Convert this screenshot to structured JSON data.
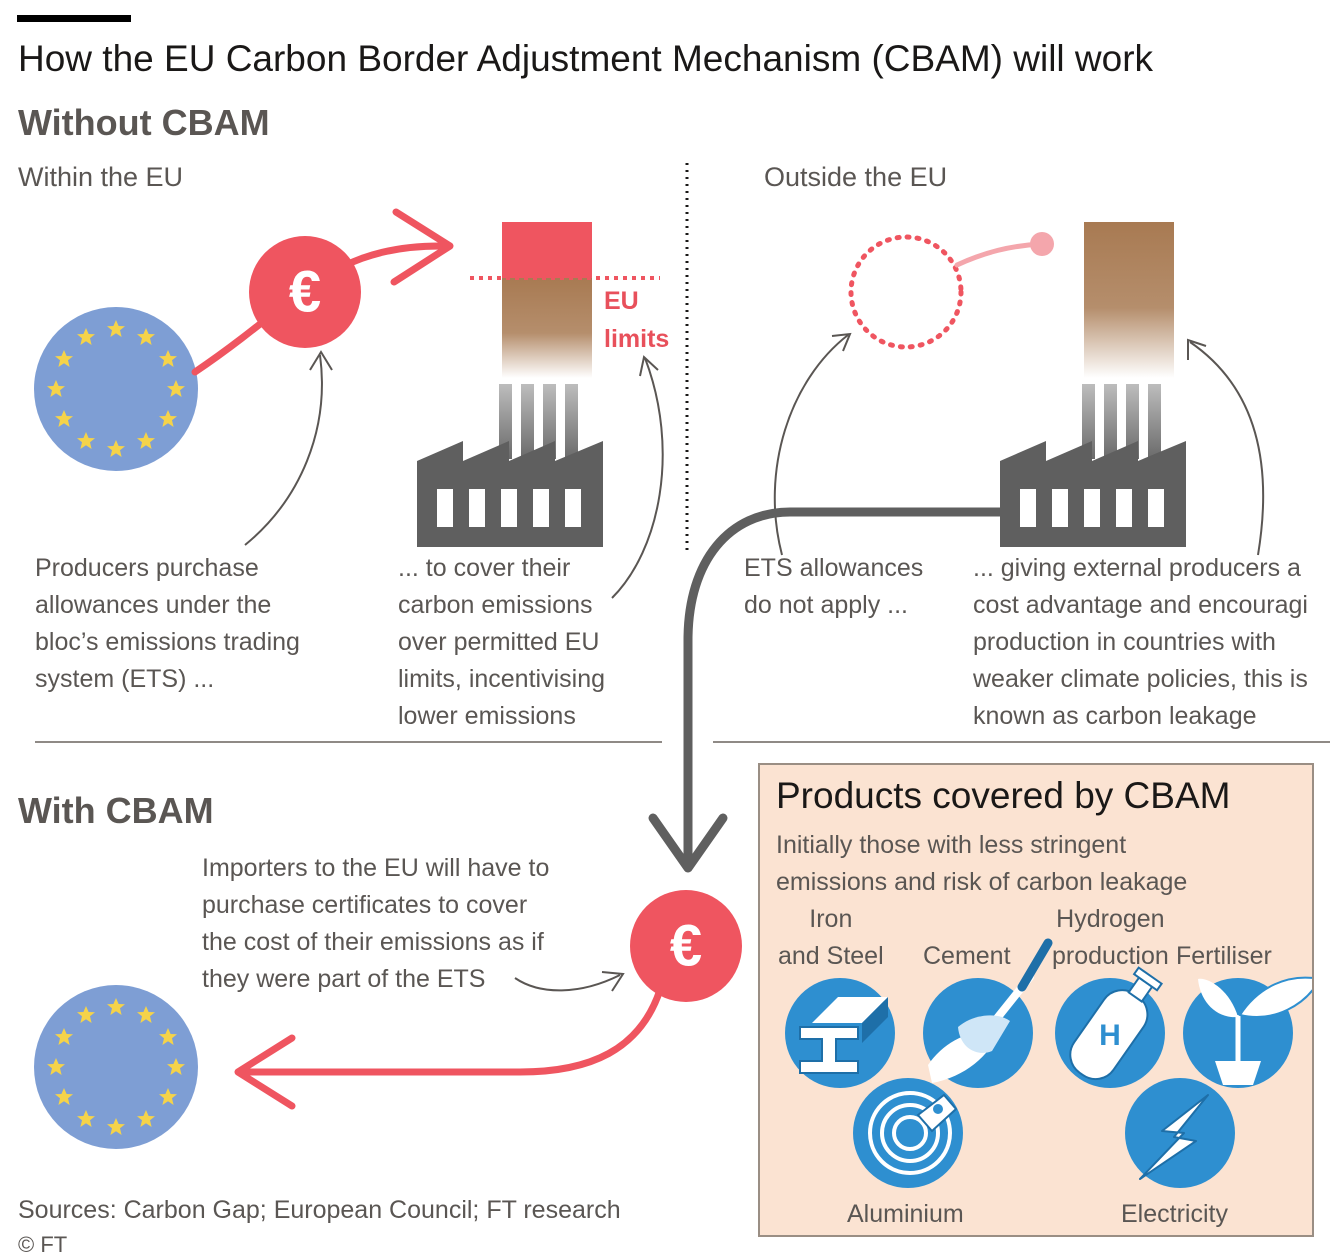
{
  "title": "How the EU Carbon Border Adjustment Mechanism (CBAM) will work",
  "without": {
    "heading": "Without CBAM",
    "within_label": "Within the EU",
    "outside_label": "Outside the EU",
    "eu_limits": [
      "EU",
      "limits"
    ],
    "note_purchase": [
      "Producers purchase",
      "allowances under the",
      "bloc’s emissions trading",
      "system (ETS) ..."
    ],
    "note_cover": [
      "... to cover their",
      "carbon emissions",
      "over permitted EU",
      "limits, incentivising",
      "lower emissions"
    ],
    "note_ets": [
      "ETS allowances",
      "do not apply ..."
    ],
    "note_advantage": [
      "... giving external producers a",
      "cost advantage and encouragi",
      "production in countries with",
      "weaker climate policies, this is",
      "known as carbon leakage"
    ]
  },
  "with": {
    "heading": "With CBAM",
    "note_importers": [
      "Importers to the EU will have to",
      "purchase certificates to cover",
      "the cost of their emissions as if",
      "they were part of the ETS"
    ]
  },
  "products": {
    "title": "Products covered by CBAM",
    "subtitle": [
      "Initially those with less stringent",
      "emissions and risk of carbon leakage"
    ],
    "items": [
      {
        "label": [
          "Iron",
          "and Steel"
        ],
        "icon": "steel-beam-icon"
      },
      {
        "label": [
          "Cement"
        ],
        "icon": "trowel-icon"
      },
      {
        "label": [
          "Hydrogen",
          "production"
        ],
        "icon": "hydrogen-cylinder-icon",
        "badge": "H"
      },
      {
        "label": [
          "Fertiliser"
        ],
        "icon": "seedling-icon"
      },
      {
        "label": [
          "Aluminium"
        ],
        "icon": "aluminium-roll-icon"
      },
      {
        "label": [
          "Electricity"
        ],
        "icon": "lightning-icon"
      }
    ]
  },
  "euro_symbol": "€",
  "sources": "Sources: Carbon Gap; European Council; FT research",
  "copyright": "© FT",
  "colors": {
    "red": "#ef5560",
    "blue": "#2e8fd0",
    "eu_blue": "#7e9ed4",
    "star": "#f5d34a",
    "factory": "#5f5f5f",
    "panel": "#fbe3d2"
  }
}
